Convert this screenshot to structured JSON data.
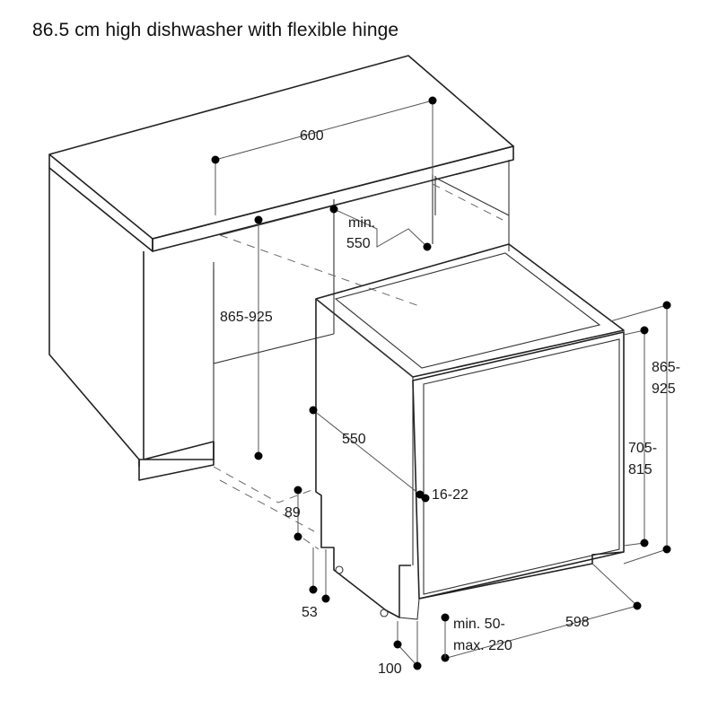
{
  "title": "86.5 cm high dishwasher with flexible hinge",
  "dimensions": {
    "cabinet_width": "600",
    "cabinet_height": "865-925",
    "cabinet_depth_min": "min.",
    "cabinet_depth_val": "550",
    "appliance_height_1": "865-",
    "appliance_height_2": "925",
    "door_height_1": "705-",
    "door_height_2": "815",
    "appliance_depth": "550",
    "door_thickness": "16-22",
    "plinth_recess": "89",
    "foot_offset": "53",
    "clearance_1": "min. 50-",
    "clearance_2": "max. 220",
    "appliance_width": "598",
    "plinth_depth": "100"
  }
}
